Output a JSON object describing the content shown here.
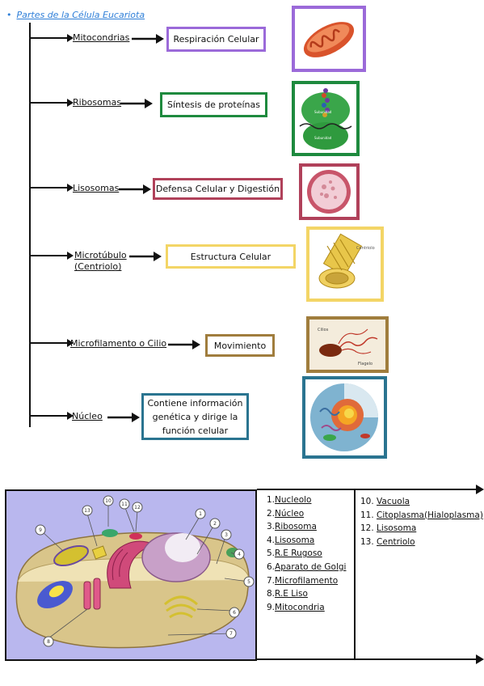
{
  "title": "Partes de la Célula Eucariota",
  "rows": [
    {
      "label": "Mitocondrias",
      "function": "Respiración Celular",
      "color": "#9b6ad9"
    },
    {
      "label": "Ribosomas",
      "function": "Síntesis de proteínas",
      "color": "#1e8a3e"
    },
    {
      "label": "Lisosomas",
      "function": "Defensa Celular y Digestión",
      "color": "#b0415a"
    },
    {
      "label_line1": "Microtúbulo",
      "label_line2": "(Centriolo)",
      "function": "Estructura Celular",
      "color": "#f3d566"
    },
    {
      "label": "Microfilamento o Cilio",
      "function": "Movimiento",
      "color": "#a07d3d"
    },
    {
      "label": "Núcleo",
      "function_line1": "Contiene información",
      "function_line2": "genética y dirige la",
      "function_line3": "función celular",
      "color": "#2a7490"
    }
  ],
  "ribosome_caption_1": "Subunidad",
  "ribosome_caption_2": "Subunidad",
  "centriole_caption": "Centriolo",
  "flagellum_caption_1": "Cilios",
  "flagellum_caption_2": "Flagelo",
  "diagram_numbers": [
    "1",
    "2",
    "3",
    "4",
    "5",
    "6",
    "7",
    "8",
    "9",
    "10",
    "11",
    "12",
    "13"
  ],
  "legend_col1": [
    {
      "num": "1.",
      "name": "Nucleolo"
    },
    {
      "num": "2.",
      "name": "Núcleo"
    },
    {
      "num": "3.",
      "name": "Ribosoma"
    },
    {
      "num": "4.",
      "name": "Lisosoma"
    },
    {
      "num": "5.",
      "name": "R.E Rugoso"
    },
    {
      "num": "6.",
      "name": "Aparato de Golgi"
    },
    {
      "num": "7.",
      "name": "Microfilamento"
    },
    {
      "num": "8.",
      "name": "R.E Liso"
    },
    {
      "num": "9.",
      "name": "Mitocondria"
    }
  ],
  "legend_col2": [
    {
      "num": "10.",
      "name": "Vacuola"
    },
    {
      "num": "11.",
      "name": "Citoplasma(Hialoplasma)"
    },
    {
      "num": "12.",
      "name": "Lisosoma"
    },
    {
      "num": "13.",
      "name": "Centriolo"
    }
  ]
}
